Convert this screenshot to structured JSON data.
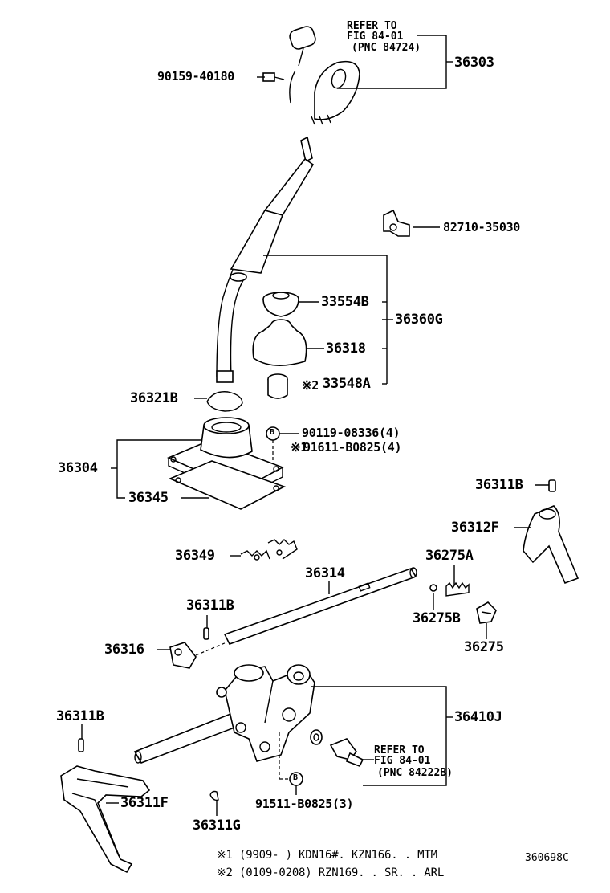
{
  "labels": {
    "ref_top_1": "REFER TO",
    "ref_top_2": "FIG 84-01",
    "ref_top_3": "(PNC 84724)",
    "p36303": "36303",
    "p90159": "90159-40180",
    "p82710": "82710-35030",
    "p33554b": "33554B",
    "p36360g": "36360G",
    "p36318": "36318",
    "p33548a": "33548A",
    "mark2_a": "※2",
    "p36321b": "36321B",
    "p90119": "90119-08336(4)",
    "mark1_a": "※1",
    "p91611": "91611-B0825(4)",
    "p36304": "36304",
    "p36345": "36345",
    "p36311b_r": "36311B",
    "p36312f": "36312F",
    "p36349": "36349",
    "p36314": "36314",
    "p36275a": "36275A",
    "p36311b_m": "36311B",
    "p36275b": "36275B",
    "p36316": "36316",
    "p36275": "36275",
    "p36410j": "36410J",
    "p36311b_l": "36311B",
    "ref_bot_1": "REFER TO",
    "ref_bot_2": "FIG 84-01",
    "ref_bot_3": "(PNC 84222B)",
    "p36311f": "36311F",
    "p91511": "91511-B0825(3)",
    "p36311g": "36311G",
    "circle_b": "B"
  },
  "notes": {
    "n1": "※1 (9909-      ) KDN16#. KZN166. . MTM",
    "n2": "※2 (0109-0208) RZN169. . SR. . ARL",
    "code": "360698C"
  }
}
